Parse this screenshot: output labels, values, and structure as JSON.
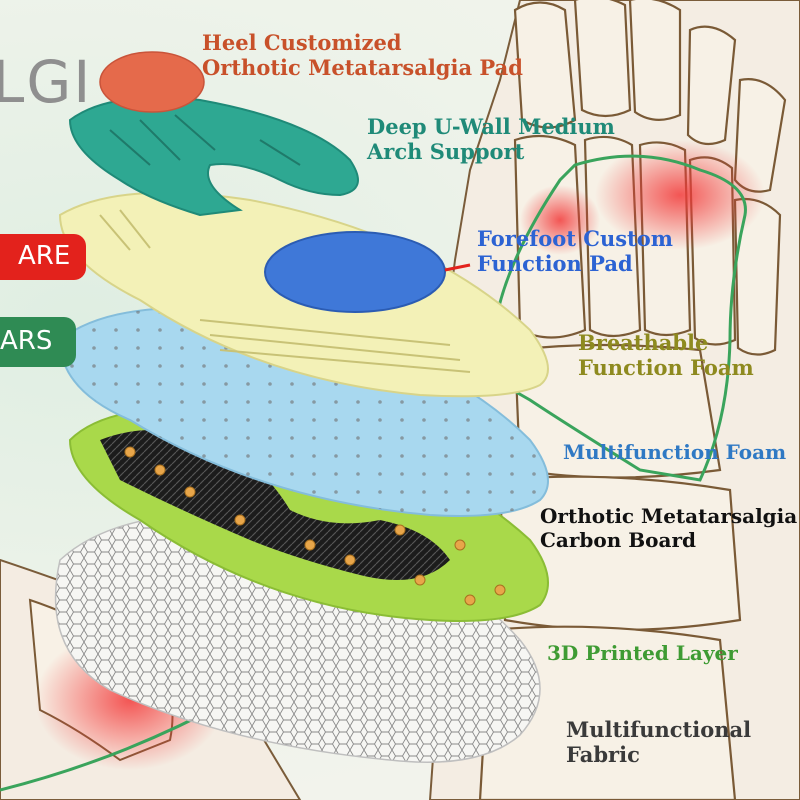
{
  "brand": {
    "text": "LGI"
  },
  "tags": {
    "red": "ARE",
    "green": "ARS"
  },
  "labels": {
    "heel": [
      "Heel Customized",
      "Orthotic Metatarsalgia Pad"
    ],
    "uwall": [
      "Deep U-Wall Medium",
      "Arch Support"
    ],
    "forefoot": [
      "Forefoot Custom",
      "Function Pad"
    ],
    "breathable": [
      "Breathable",
      "Function Foam"
    ],
    "multifunction": [
      "Multifunction Foam"
    ],
    "carbon": [
      "Orthotic Metatarsalgia",
      "Carbon Board"
    ],
    "printed": [
      "3D Printed Layer"
    ],
    "fabric": [
      "Multifunctional",
      "Fabric"
    ]
  },
  "colors": {
    "heel_pad": "#e56a4b",
    "uwall": "#2ea892",
    "forefoot_pad": "#3f78d8",
    "breathable": "#f3f1b7",
    "multifunction": "#a8d8ef",
    "carbon_board": "#a9d94a",
    "carbon_fiber": "#1a1a1a",
    "fabric": "#f6f6f3",
    "pain_red": "#f23a3a",
    "outline_green": "#3aa45c"
  }
}
